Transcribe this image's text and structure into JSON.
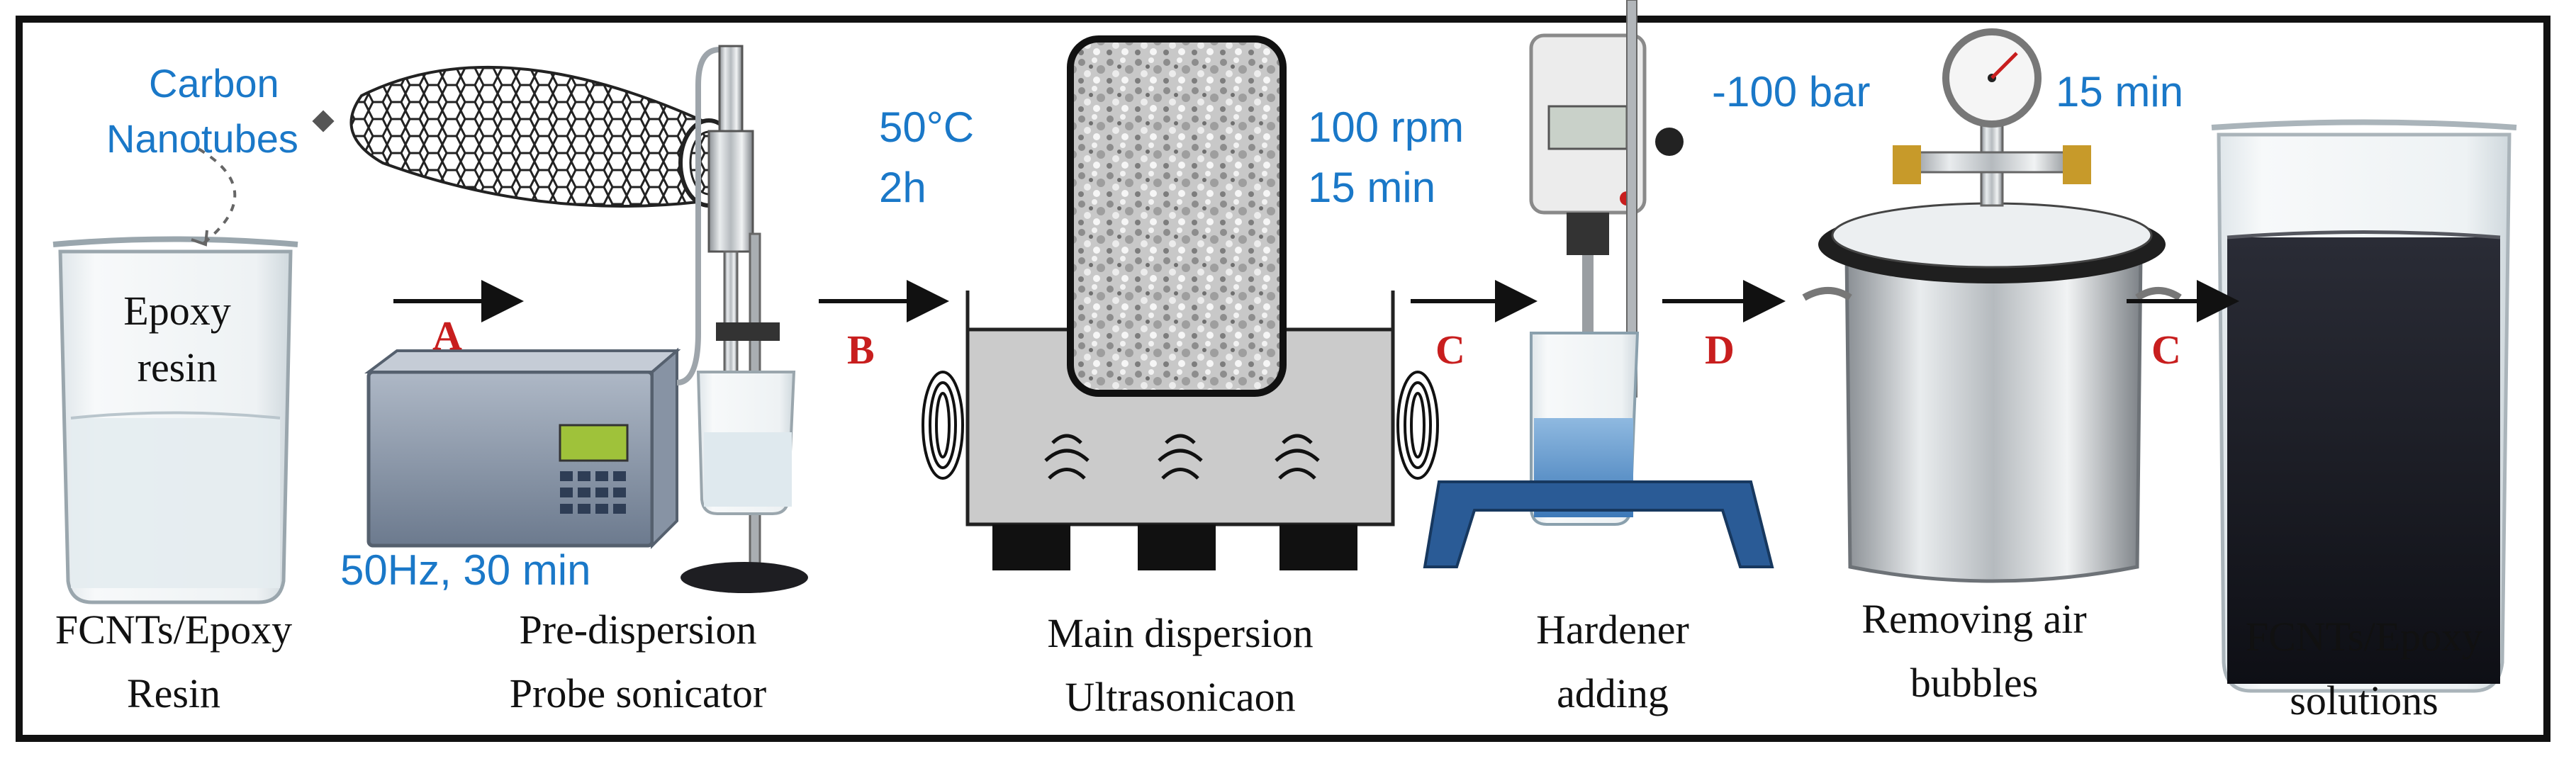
{
  "diagram": {
    "colors": {
      "annotation": "#1a78c8",
      "step_letter": "#c81e1e",
      "caption": "#111111",
      "frame": "#111111"
    },
    "annotations": {
      "carbon_nanotubes_line1": "Carbon",
      "carbon_nanotubes_line2": "Nanotubes",
      "sonication": "50Hz, 30 min",
      "temperature": "50°C",
      "duration_bath": "2h",
      "mixer_speed": "100 rpm",
      "mixer_time": "15 min",
      "vacuum_pressure": "-100 bar",
      "vacuum_time": "15 min"
    },
    "beaker_label_line1": "Epoxy",
    "beaker_label_line2": "resin",
    "steps": [
      {
        "letter": "A"
      },
      {
        "letter": "B"
      },
      {
        "letter": "C"
      },
      {
        "letter": "D"
      },
      {
        "letter": "C"
      }
    ],
    "captions": [
      {
        "line1": "FCNTs/Epoxy",
        "line2": "Resin"
      },
      {
        "line1": "Pre-dispersion",
        "line2": "Probe sonicator"
      },
      {
        "line1": "Main dispersion",
        "line2": "Ultrasonicaon"
      },
      {
        "line1": "Hardener",
        "line2": "adding"
      },
      {
        "line1": "Removing air",
        "line2": "bubbles"
      },
      {
        "line1": "FCNTs/Epoxy",
        "line2": "solutions"
      }
    ]
  }
}
